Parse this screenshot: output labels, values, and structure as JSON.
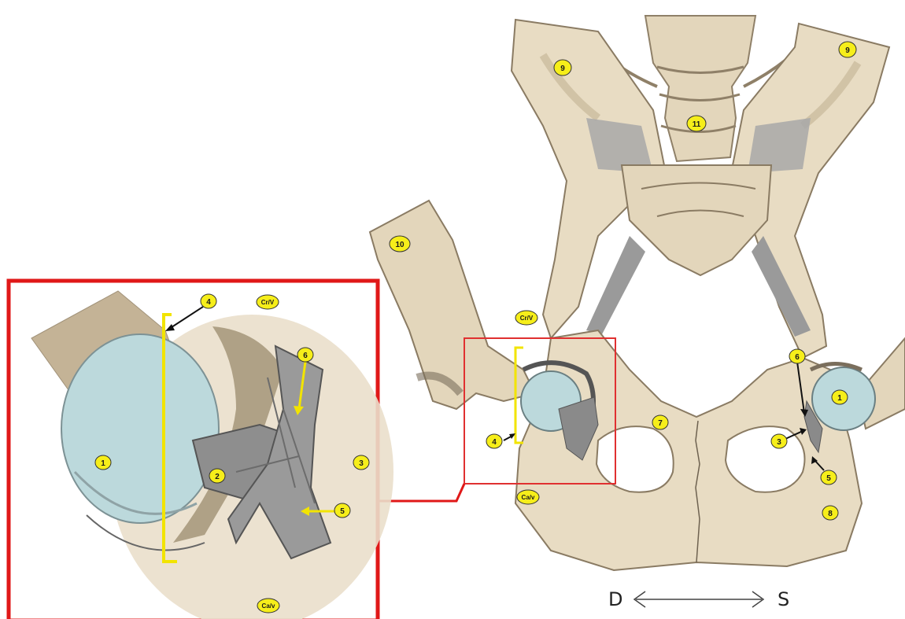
{
  "colors": {
    "bone": "#e8dcc3",
    "bone_dark": "#c9b896",
    "bone_shade": "#a99a7d",
    "cartilage": "#bcd9dc",
    "ligament": "#9a9a9a",
    "ligament_dark": "#6f6f6f",
    "label_fill": "#f6ee1a",
    "bracket": "#f2e400",
    "inset_border": "#e01818",
    "zoom_box": "#e03030",
    "arrow_black": "#111111"
  },
  "labels": {
    "n1": "1",
    "n2": "2",
    "n3": "3",
    "n4": "4",
    "n5": "5",
    "n6": "6",
    "n7": "7",
    "n8": "8",
    "n9": "9",
    "n10": "10",
    "n11": "11",
    "cr_v": "Cr/V",
    "ca_v": "Ca/v"
  },
  "direction": {
    "left": "D",
    "right": "S"
  }
}
